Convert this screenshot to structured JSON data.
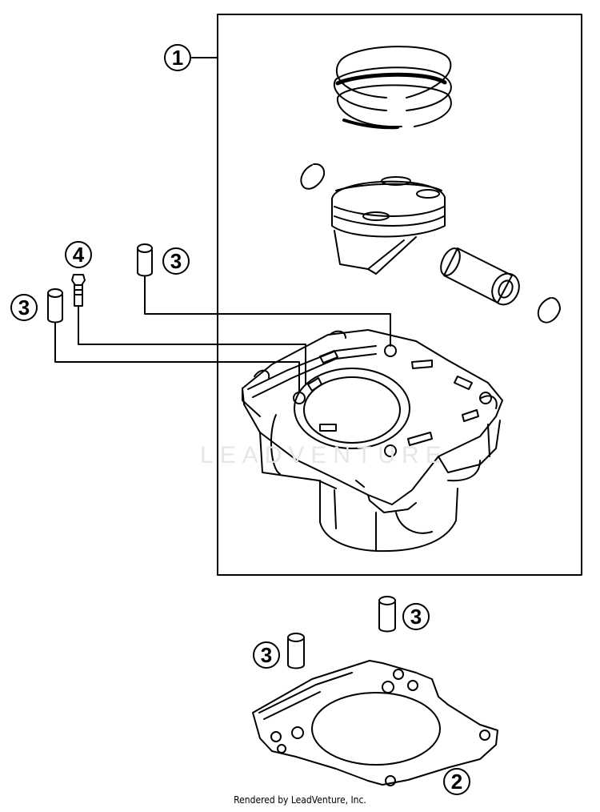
{
  "diagram": {
    "watermark": "LEADVENTURE",
    "footer": "Rendered by LeadVenture, Inc.",
    "callouts": {
      "c1": "1",
      "c2": "2",
      "c3a": "3",
      "c3b": "3",
      "c3c": "3",
      "c3d": "3",
      "c4": "4"
    },
    "colors": {
      "line": "#000000",
      "background": "#ffffff",
      "watermark": "#e6e6e6"
    }
  }
}
